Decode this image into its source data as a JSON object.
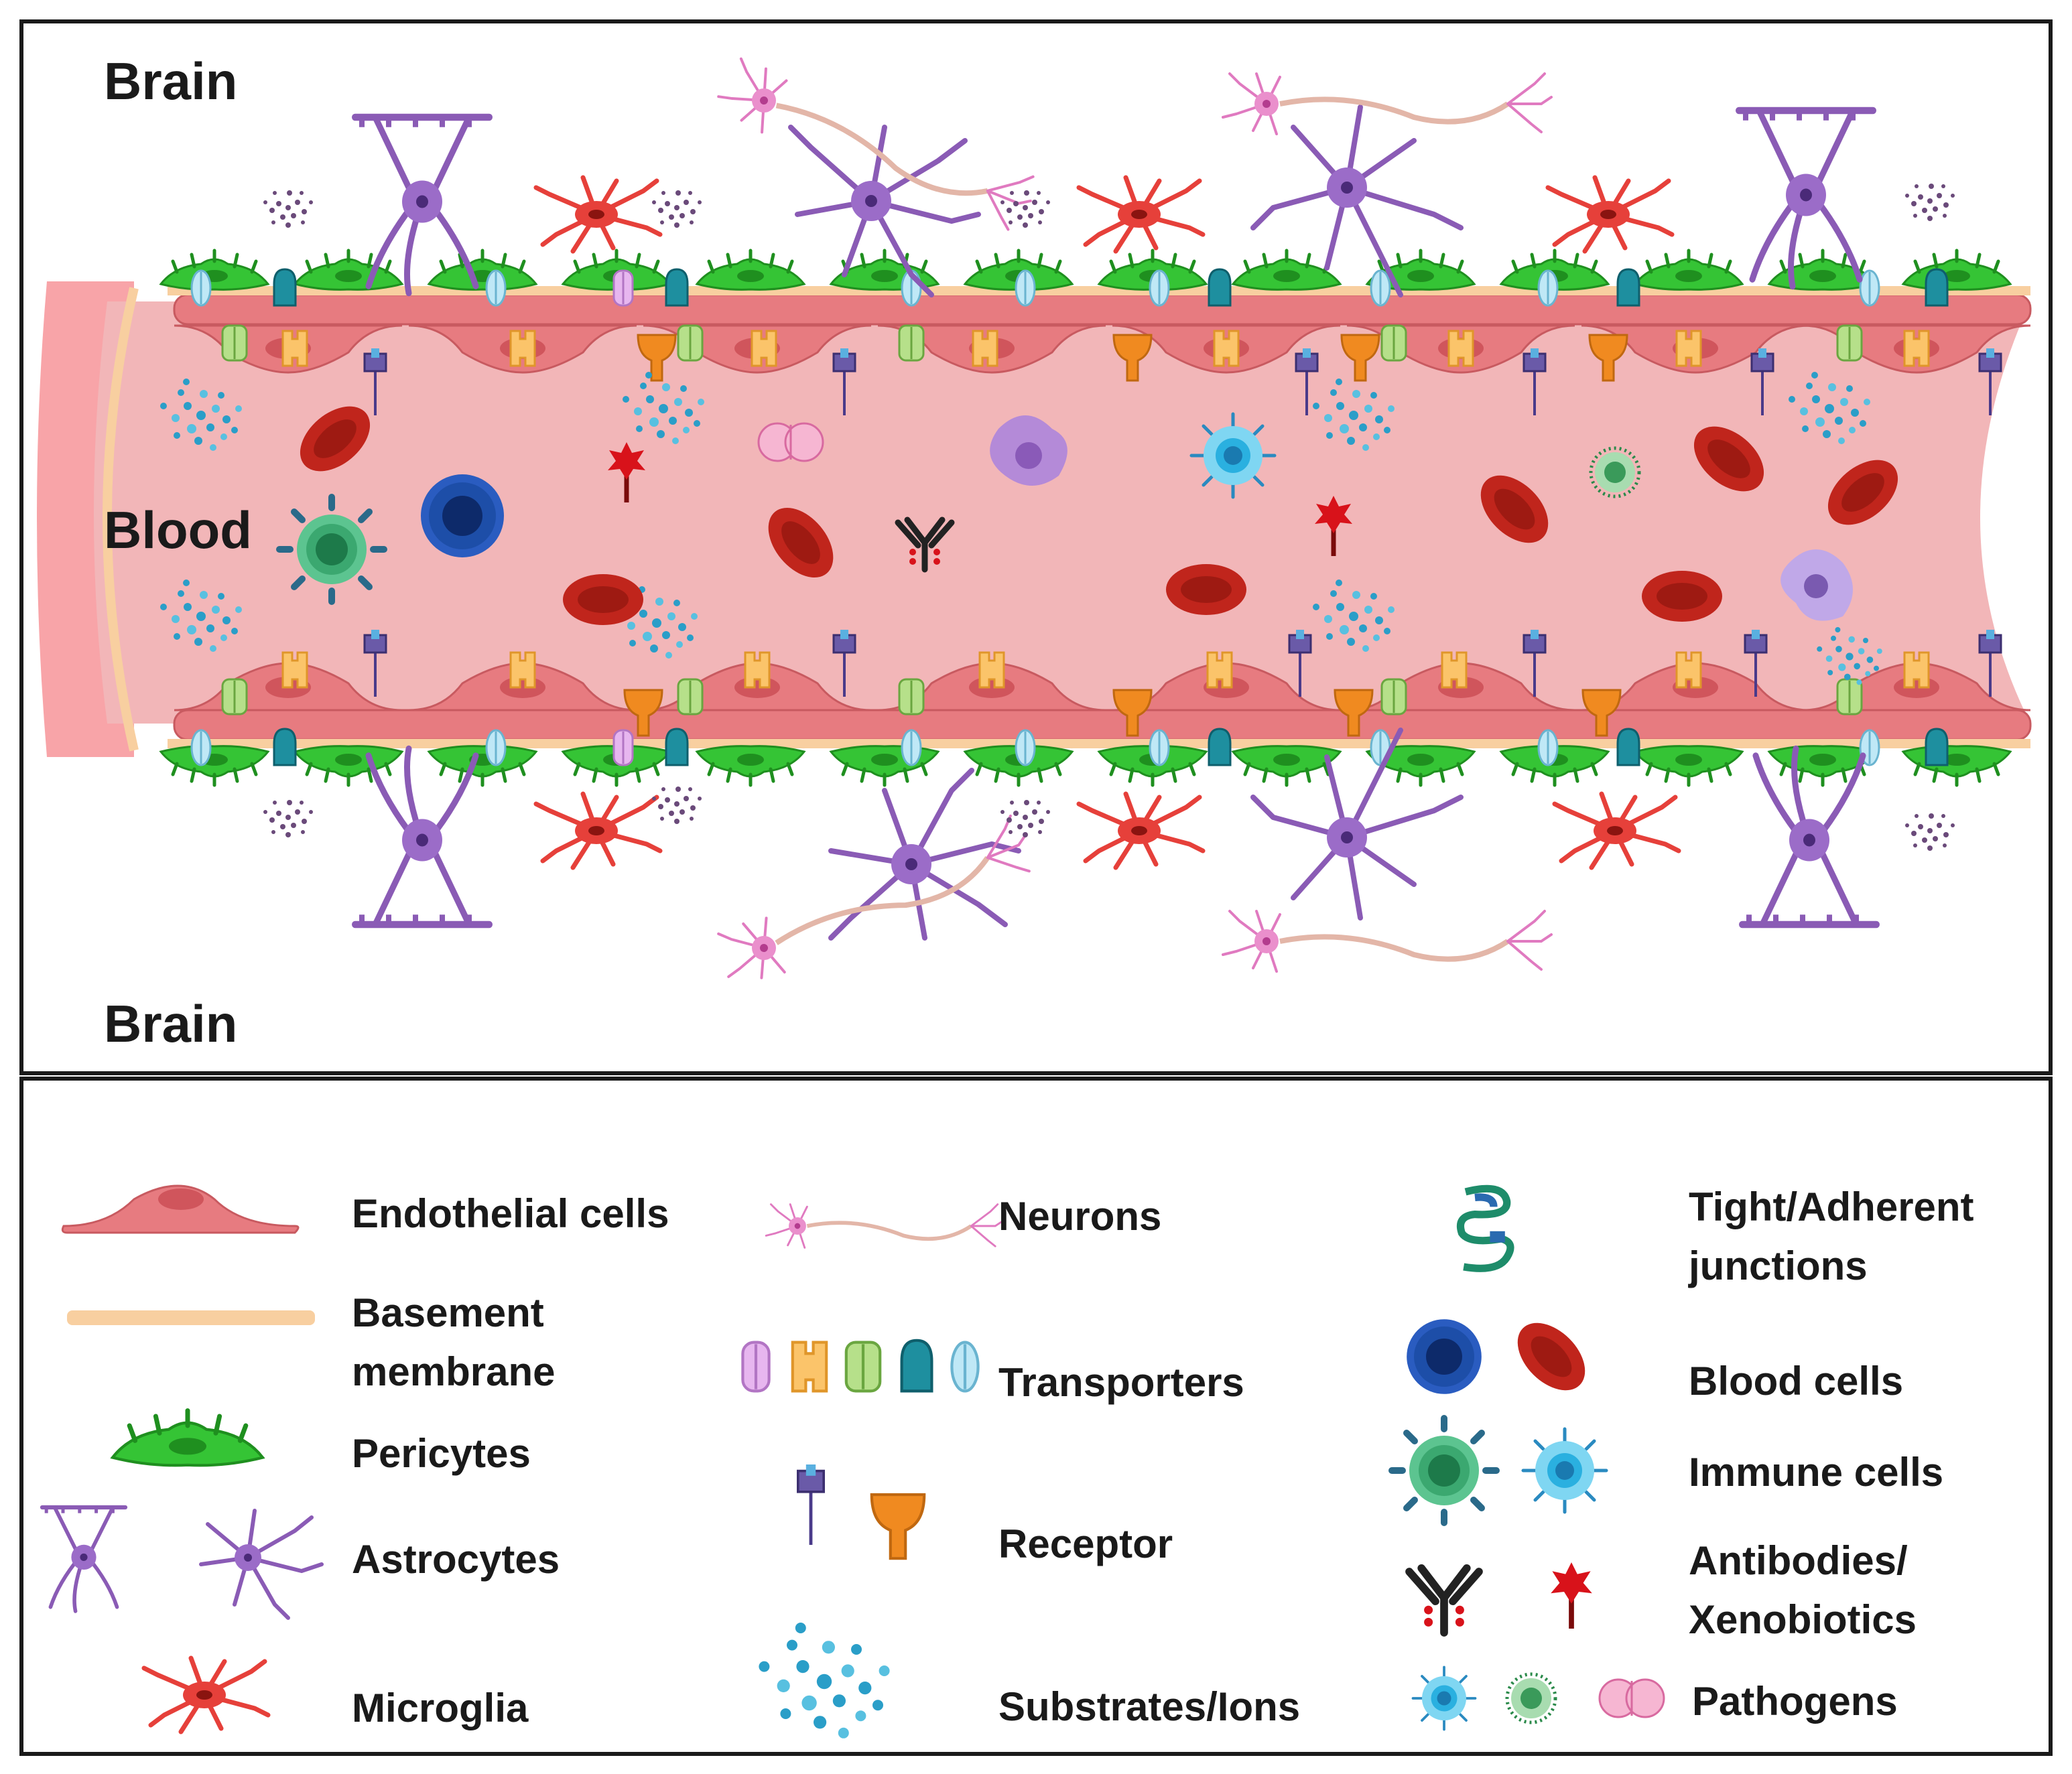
{
  "labels": {
    "brain_top": "Brain",
    "blood": "Blood",
    "brain_bottom": "Brain"
  },
  "legend": {
    "endothelial": "Endothelial cells",
    "basement_1": "Basement",
    "basement_2": "membrane",
    "pericytes": "Pericytes",
    "astrocytes": "Astrocytes",
    "microglia": "Microglia",
    "neurons": "Neurons",
    "transporters": "Transporters",
    "receptor": "Receptor",
    "substrates": "Substrates/Ions",
    "tight_1": "Tight/Adherent",
    "tight_2": "junctions",
    "blood_cells": "Blood cells",
    "immune_cells": "Immune cells",
    "antibodies_1": "Antibodies/",
    "antibodies_2": "Xenobiotics",
    "pathogens": "Pathogens"
  },
  "colors": {
    "endothelial": "#e77b80",
    "endothelial_dark": "#c85a60",
    "lumen": "#f2b6b8",
    "basement": "#f8cfa0",
    "pericyte": "#35c435",
    "astrocyte": "#8a5bb5",
    "microglia": "#e6403a",
    "neuron": "#e07ac0",
    "rbc": "#c0251c",
    "lymphocyte": "#1d4ea8",
    "immune_green": "#3ba870",
    "immune_blue": "#2ab0e0",
    "antibody": "#222222",
    "xenobiotic": "#d8121a",
    "receptor_purple": "#6a5aa8",
    "receptor_orange": "#f08a20",
    "substrate": "#2a9ec8",
    "junction": "#1e8c6a",
    "pathogen_pink": "#f29ac0",
    "macrophage": "#b48ad8"
  }
}
